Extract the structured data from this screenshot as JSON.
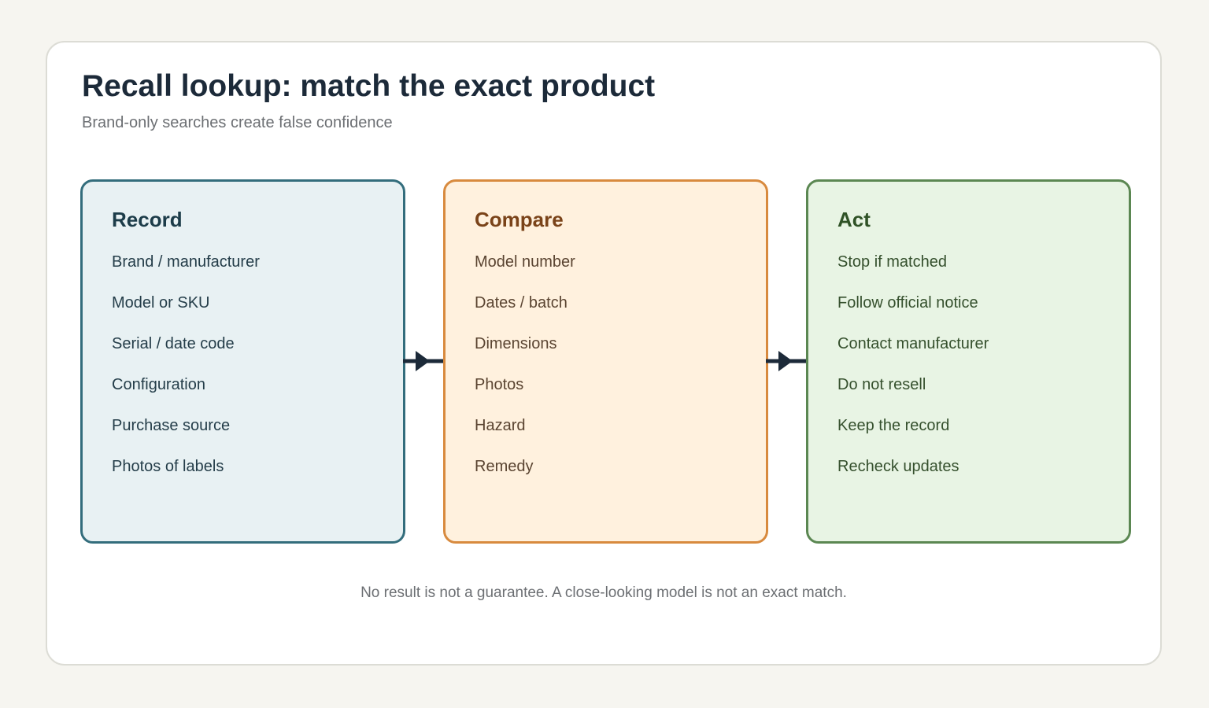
{
  "header": {
    "title": "Recall lookup: match the exact product",
    "subtitle": "Brand-only searches create false confidence"
  },
  "steps": [
    {
      "heading": "Record",
      "color": "#336d7c",
      "items": [
        "Brand / manufacturer",
        "Model or SKU",
        "Serial / date code",
        "Configuration",
        "Purchase source",
        "Photos of labels"
      ]
    },
    {
      "heading": "Compare",
      "color": "#d88a3e",
      "items": [
        "Model number",
        "Dates / batch",
        "Dimensions",
        "Photos",
        "Hazard",
        "Remedy"
      ]
    },
    {
      "heading": "Act",
      "color": "#5b8752",
      "items": [
        "Stop if matched",
        "Follow official notice",
        "Contact manufacturer",
        "Do not resell",
        "Keep the record",
        "Recheck updates"
      ]
    }
  ],
  "footnote": "No result is not a guarantee. A close-looking model is not an exact match.",
  "colors": {
    "background": "#f6f5f0",
    "title": "#1c2a39",
    "arrow": "#1c2a39"
  }
}
